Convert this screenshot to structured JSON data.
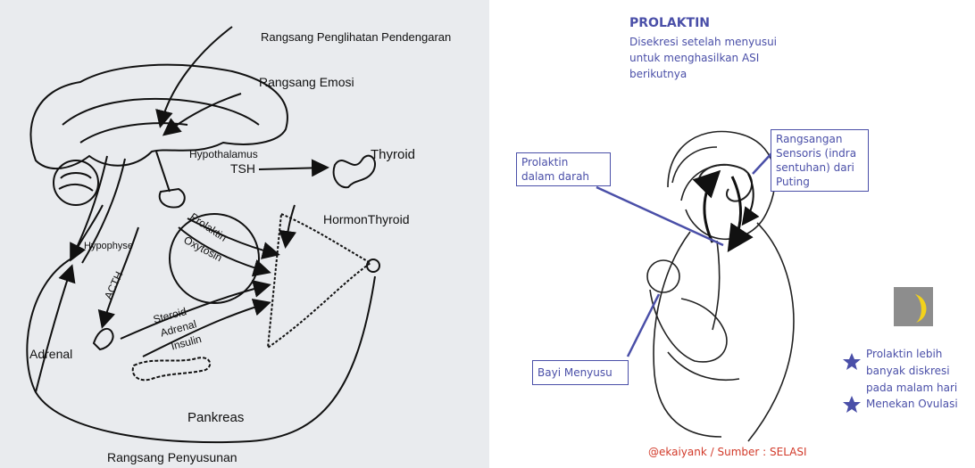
{
  "left_diagram": {
    "labels": {
      "rangsang_penglihatan": "Rangsang Penglihatan Pendengaran",
      "rangsang_emosi": "Rangsang Emosi",
      "hypothalamus": "Hypothalamus",
      "thyroid": "Thyroid",
      "tsh": "TSH",
      "hormon_thyroid": "HormonThyroid",
      "hypophyse": "Hypophyse",
      "prolaktin": "Prolaktin",
      "oxytosin": "Oxytosin",
      "acth": "ACTH",
      "steroid": "Steroid",
      "adrenal_hormone": "Adrenal",
      "insulin": "Insulin",
      "adrenal": "Adrenal",
      "pankreas": "Pankreas",
      "rangsang_penyusunan": "Rangsang Penyusunan"
    }
  },
  "right_diagram": {
    "title": "PROLAKTIN",
    "subtitle_lines": [
      "Disekresi setelah menyusui",
      "untuk menghasilkan ASI",
      "berikutnya"
    ],
    "box_prolaktin_darah": [
      "Prolaktin",
      "dalam darah"
    ],
    "box_rangsangan": [
      "Rangsangan",
      "Sensoris (indra",
      "sentuhan) dari",
      "Puting"
    ],
    "box_bayi": "Bayi Menyusu",
    "note1_lines": [
      "Prolaktin lebih",
      "banyak diskresi",
      "pada malam hari"
    ],
    "note2": "Menekan Ovulasi",
    "credit": "@ekaiyank / Sumber : SELASI",
    "colors": {
      "accent": "#4a4fa8",
      "credit": "#d23a2a",
      "moon": "#f2d21b",
      "moon_bg": "#8d8d8d"
    }
  }
}
